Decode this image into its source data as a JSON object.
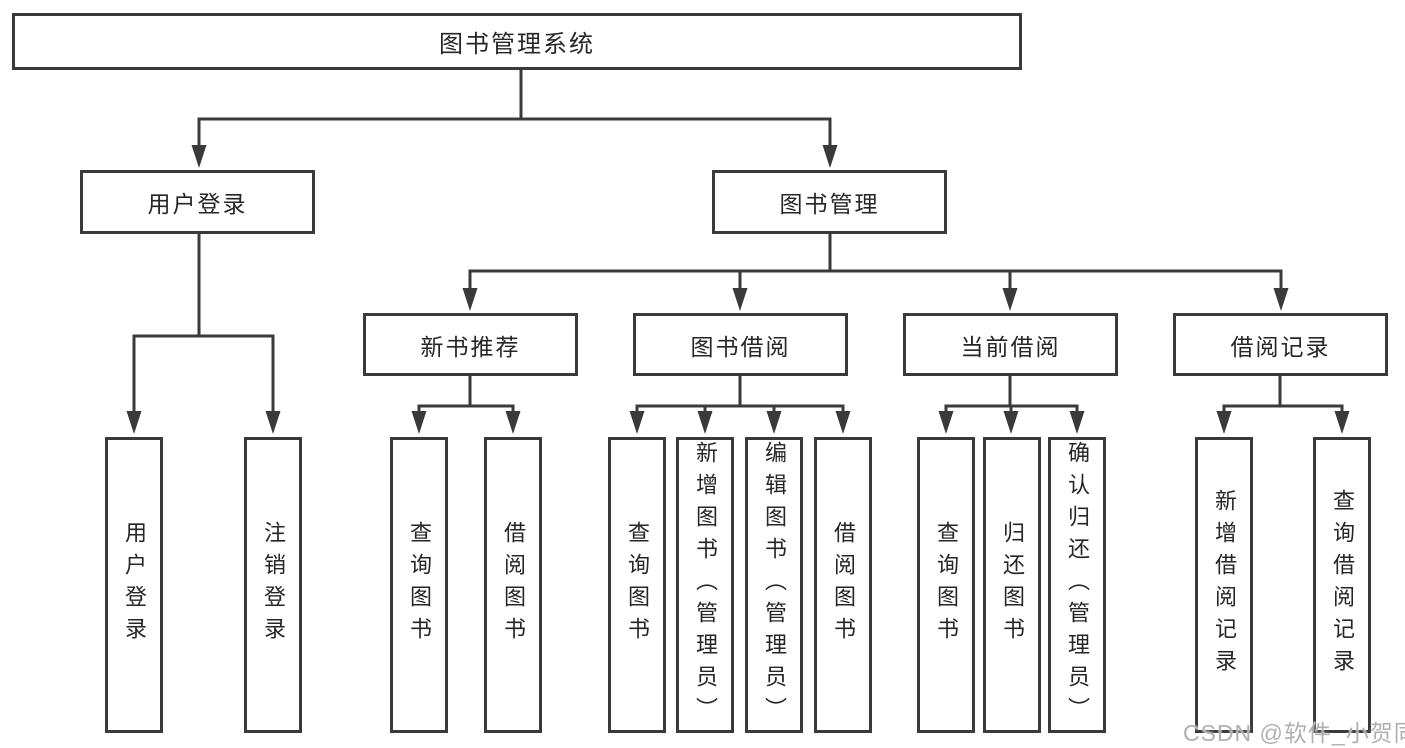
{
  "diagram": {
    "root": "图书管理系统",
    "children": [
      {
        "label": "用户登录",
        "children": [
          {
            "label": "用户登录"
          },
          {
            "label": "注销登录"
          }
        ]
      },
      {
        "label": "图书管理",
        "children": [
          {
            "label": "新书推荐",
            "children": [
              {
                "label": "查询图书"
              },
              {
                "label": "借阅图书"
              }
            ]
          },
          {
            "label": "图书借阅",
            "children": [
              {
                "label": "查询图书"
              },
              {
                "label": "新增图书（管理员）"
              },
              {
                "label": "编辑图书（管理员）"
              },
              {
                "label": "借阅图书"
              }
            ]
          },
          {
            "label": "当前借阅",
            "children": [
              {
                "label": "查询图书"
              },
              {
                "label": "归还图书"
              },
              {
                "label": "确认归还（管理员）"
              }
            ]
          },
          {
            "label": "借阅记录",
            "children": [
              {
                "label": "新增借阅记录"
              },
              {
                "label": "查询借阅记录"
              }
            ]
          }
        ]
      }
    ]
  },
  "watermark": "CSDN @软件_小贺同学",
  "colors": {
    "line": "#3a3a3a",
    "text": "#262626",
    "watermark": "#b0b0b0",
    "background": "#ffffff"
  }
}
